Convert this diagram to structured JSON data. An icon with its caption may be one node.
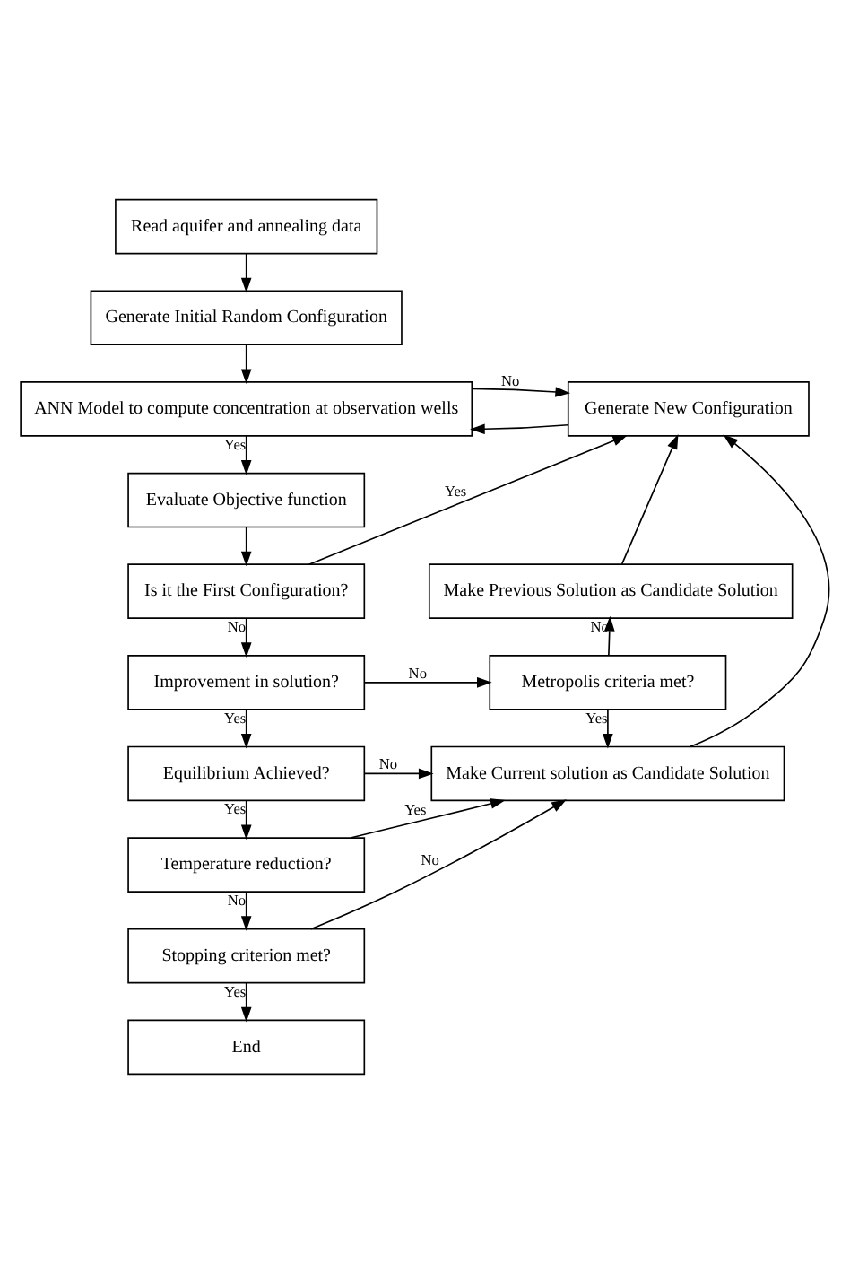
{
  "diagram": {
    "nodes": [
      {
        "text": [
          "Read aquifer and annealing data"
        ]
      },
      {
        "text": [
          "Generate Initial Random Configuration"
        ]
      },
      {
        "text": [
          "ANN Model to compute concentration at observation wells"
        ]
      },
      {
        "text": [
          "Generate New Configuration"
        ]
      },
      {
        "text": [
          "Evaluate Objective function"
        ]
      },
      {
        "text": [
          "Is it the First Configuration?"
        ]
      },
      {
        "text": [
          "Make Previous Solution as Candidate Solution"
        ]
      },
      {
        "text": [
          "Improvement in solution?"
        ]
      },
      {
        "text": [
          "Metropolis criteria met?"
        ]
      },
      {
        "text": [
          "Equilibrium Achieved?"
        ]
      },
      {
        "text": [
          "Make Current solution as Candidate Solution"
        ]
      },
      {
        "text": [
          "Temperature reduction?"
        ]
      },
      {
        "text": [
          "Stopping criterion met?"
        ]
      },
      {
        "text": [
          "End"
        ]
      }
    ],
    "edges": [
      {
        "from": 0,
        "to": 1,
        "arrow": "to"
      },
      {
        "from": 1,
        "to": 2,
        "arrow": "to"
      },
      {
        "from": 3,
        "to": 2,
        "arrow": "to"
      },
      {
        "from": 2,
        "to": 3,
        "arrow": "to",
        "label": "No"
      },
      {
        "from": 2,
        "to": 4,
        "arrow": "to",
        "label": "Yes"
      },
      {
        "from": 4,
        "to": 5,
        "arrow": "to"
      },
      {
        "from": 5,
        "to": 3,
        "arrow": "to",
        "label": "Yes"
      },
      {
        "from": 6,
        "to": 3,
        "arrow": "to"
      },
      {
        "from": 10,
        "to": 3,
        "arrow": "to"
      },
      {
        "from": 5,
        "to": 7,
        "arrow": "to",
        "label": "No"
      },
      {
        "from": 7,
        "to": 8,
        "arrow": "to",
        "label": "No"
      },
      {
        "from": 7,
        "to": 9,
        "arrow": "to",
        "label": "Yes"
      },
      {
        "from": 8,
        "to": 6,
        "arrow": "to",
        "label": "No"
      },
      {
        "from": 8,
        "to": 10,
        "arrow": "to",
        "label": "Yes"
      },
      {
        "from": 9,
        "to": 10,
        "arrow": "to",
        "label": "No"
      },
      {
        "from": 9,
        "to": 11,
        "arrow": "to",
        "label": "Yes"
      },
      {
        "from": 11,
        "to": 10,
        "arrow": "to",
        "label": "Yes"
      },
      {
        "from": 11,
        "to": 12,
        "arrow": "to",
        "label": "No"
      },
      {
        "from": 12,
        "to": 10,
        "arrow": "to",
        "label": "No"
      },
      {
        "from": 12,
        "to": 13,
        "arrow": "to",
        "label": "Yes"
      }
    ]
  }
}
